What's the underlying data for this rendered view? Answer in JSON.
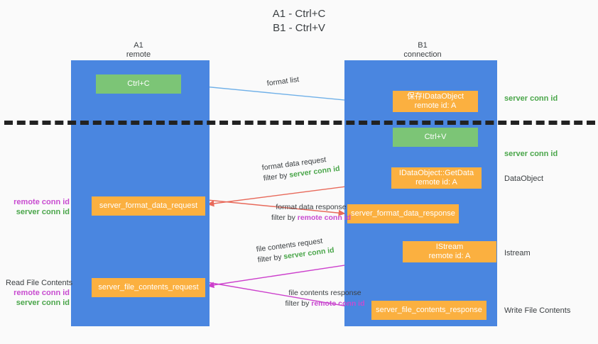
{
  "title": {
    "line1": "A1 - Ctrl+C",
    "line2": "B1 - Ctrl+V"
  },
  "columns": {
    "left": {
      "name": "A1",
      "role": "remote"
    },
    "right": {
      "name": "B1",
      "role": "connection"
    }
  },
  "colors": {
    "lane": "#4a86e0",
    "green_node": "#7cc576",
    "orange_node": "#fbb040",
    "server_conn_id": "#4aa64a",
    "remote_conn_id": "#c84ad0",
    "divider": "#222222",
    "arrow_format_list": "#6fb0e8",
    "arrow_format_data": "#e8695a",
    "arrow_file_contents": "#cc3fcc",
    "arrow_black": "#111111",
    "background": "#fafafa"
  },
  "nodes": {
    "ctrl_c": {
      "label": "Ctrl+C",
      "style": "green"
    },
    "save_idataobject": {
      "line1": "保存IDataObject",
      "line2": "remote id: A",
      "style": "orange"
    },
    "ctrl_v": {
      "label": "Ctrl+V",
      "style": "green"
    },
    "idataobject_getdata": {
      "line1": "IDataObject::GetData",
      "line2": "remote id: A",
      "style": "orange"
    },
    "server_format_data_request": {
      "label": "server_format_data_request",
      "style": "orange"
    },
    "server_format_data_response": {
      "label": "server_format_data_response",
      "style": "orange"
    },
    "istream": {
      "line1": "IStream",
      "line2": "remote id: A",
      "style": "orange"
    },
    "server_file_contents_request": {
      "label": "server_file_contents_request",
      "style": "orange"
    },
    "server_file_contents_response": {
      "label": "server_file_contents_response",
      "style": "orange"
    }
  },
  "edges": {
    "format_list": {
      "label": "format list"
    },
    "format_data_request": {
      "line1": "format data request",
      "filter_prefix": "filter by ",
      "filter_value": "server conn id"
    },
    "format_data_response": {
      "line1": "format data response",
      "filter_prefix": "filter by ",
      "filter_value": "remote conn id"
    },
    "file_contents_request": {
      "line1": "file contents request",
      "filter_prefix": "filter by ",
      "filter_value": "server conn id"
    },
    "file_contents_response": {
      "line1": "file contents response",
      "filter_prefix": "filter by ",
      "filter_value": "remote conn id"
    }
  },
  "annotations": {
    "right": {
      "server_conn_id_top": "server conn id",
      "server_conn_id_mid": "server conn id",
      "dataobject": "DataObject",
      "istream": "Istream",
      "write_file_contents": "Write File Contents"
    },
    "left": {
      "group1_remote": "remote conn id",
      "group1_server": "server conn id",
      "read_file_contents": "Read File Contents",
      "group2_remote": "remote conn id",
      "group2_server": "server conn id"
    }
  }
}
